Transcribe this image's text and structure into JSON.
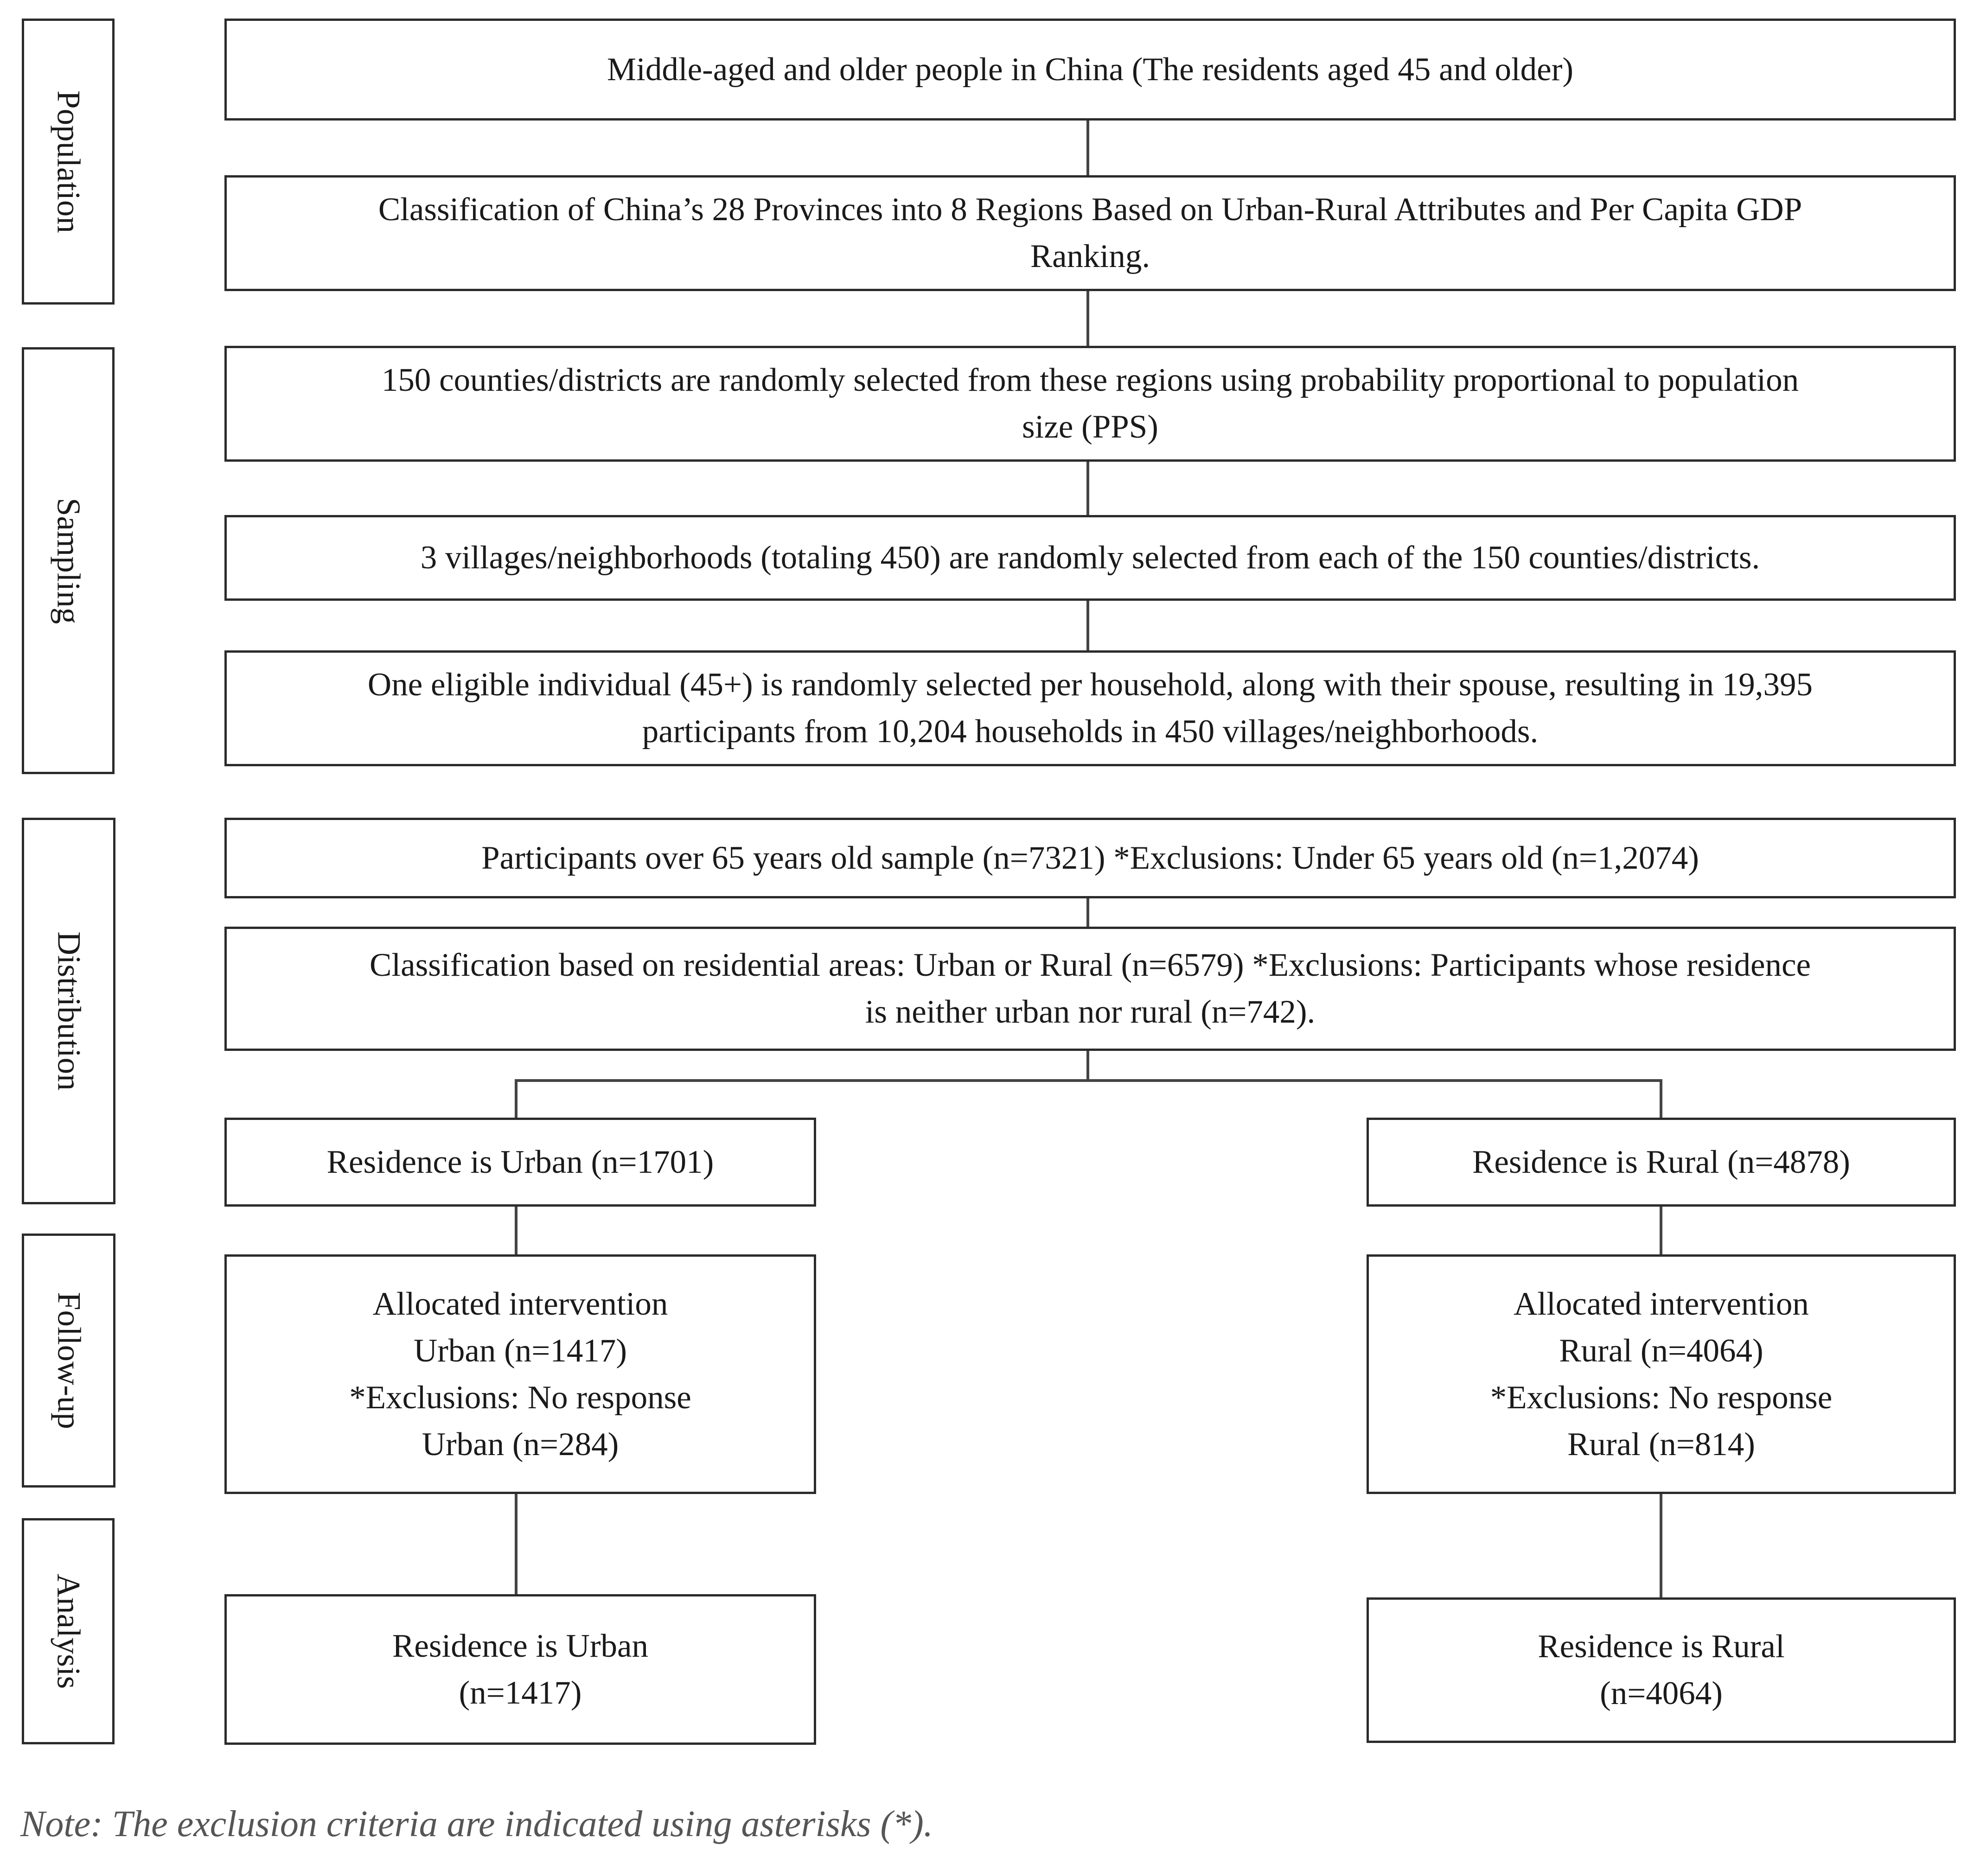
{
  "stages": {
    "population": "Population",
    "sampling": "Sampling",
    "distribution": "Distribution",
    "follow_up": "Follow-up",
    "analysis": "Analysis"
  },
  "boxes": {
    "population": "Middle-aged and older people in China (The residents aged 45 and older)",
    "regions": "Classification of China’s 28 Provinces into 8 Regions Based on Urban-Rural Attributes and Per Capita GDP\nRanking.",
    "counties": "150 counties/districts are randomly selected from these regions using probability proportional to population\nsize (PPS)",
    "villages": "3 villages/neighborhoods (totaling 450) are randomly selected from each of the 150 counties/districts.",
    "individuals": "One eligible individual (45+) is randomly selected per household, along with their spouse, resulting in 19,395\nparticipants from 10,204 households in 450 villages/neighborhoods.",
    "over65": "Participants over 65 years old sample  (n=7321)   *Exclusions: Under 65 years old (n=1,2074)",
    "residential": "Classification based on residential areas: Urban or Rural (n=6579)  *Exclusions: Participants whose residence\nis neither urban nor rural (n=742).",
    "urban": "Residence is Urban (n=1701)",
    "rural": "Residence is Rural (n=4878)",
    "urban_followup": "Allocated intervention\nUrban (n=1417)\n*Exclusions: No response\nUrban (n=284)",
    "rural_followup": "Allocated intervention\nRural (n=4064)\n*Exclusions: No response\nRural (n=814)",
    "urban_analysis": "Residence is Urban\n(n=1417)",
    "rural_analysis": "Residence is Rural\n(n=4064)"
  },
  "note": "Note: The exclusion criteria are indicated using asterisks (*)."
}
